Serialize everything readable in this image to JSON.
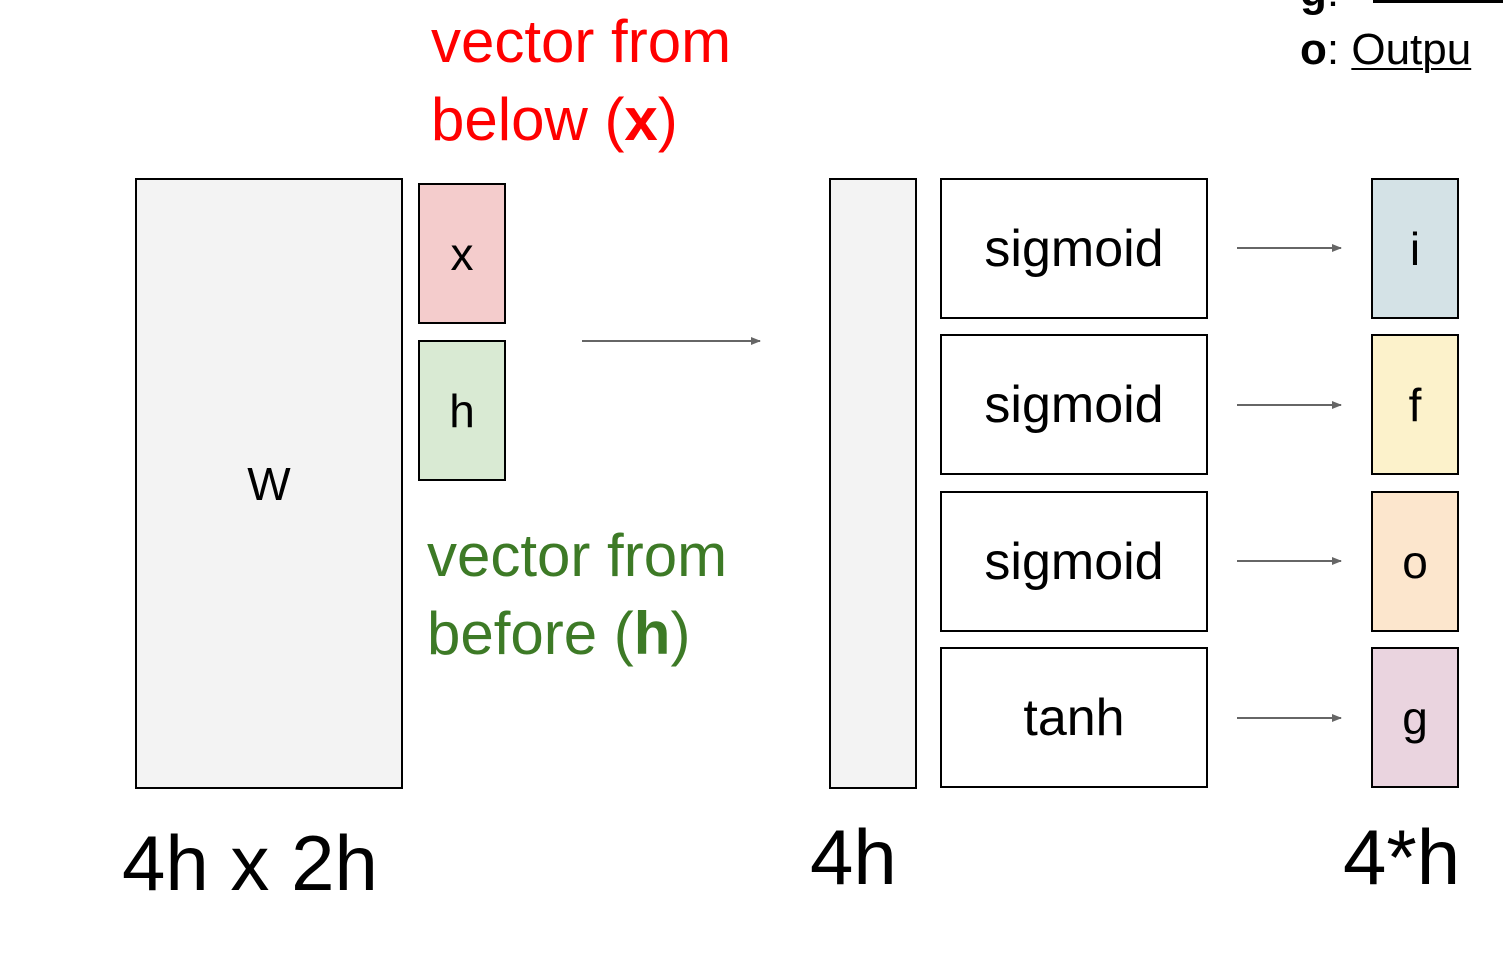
{
  "legend": {
    "partial_line": {
      "key": "g",
      "sep": ":"
    },
    "o_line": {
      "key": "o",
      "sep": ": ",
      "label": "Outpu"
    }
  },
  "input_labels": {
    "x_note": {
      "line1": "vector from",
      "line2_pre": "below (",
      "var": "x",
      "close": ")"
    },
    "h_note": {
      "line1": "vector from",
      "line2_pre": "before (",
      "var": "h",
      "close": ")"
    }
  },
  "matrix": {
    "label": "W",
    "dims": "4h x 2h"
  },
  "vectors": {
    "x_label": "x",
    "h_label": "h"
  },
  "preact": {
    "dims": "4h"
  },
  "gates": [
    {
      "fn": "sigmoid",
      "out": "i",
      "color": "#d4e2e6"
    },
    {
      "fn": "sigmoid",
      "out": "f",
      "color": "#fcf2cb"
    },
    {
      "fn": "sigmoid",
      "out": "o",
      "color": "#fce6cd"
    },
    {
      "fn": "tanh",
      "out": "g",
      "color": "#ead4df"
    }
  ],
  "output": {
    "dims": "4*h"
  },
  "colors": {
    "x_note": "#ff0000",
    "h_note": "#3d7a26",
    "x_fill": "#f4cccc",
    "h_fill": "#d9ead3",
    "matrix_fill": "#f3f3f3",
    "arrow": "#666666"
  }
}
